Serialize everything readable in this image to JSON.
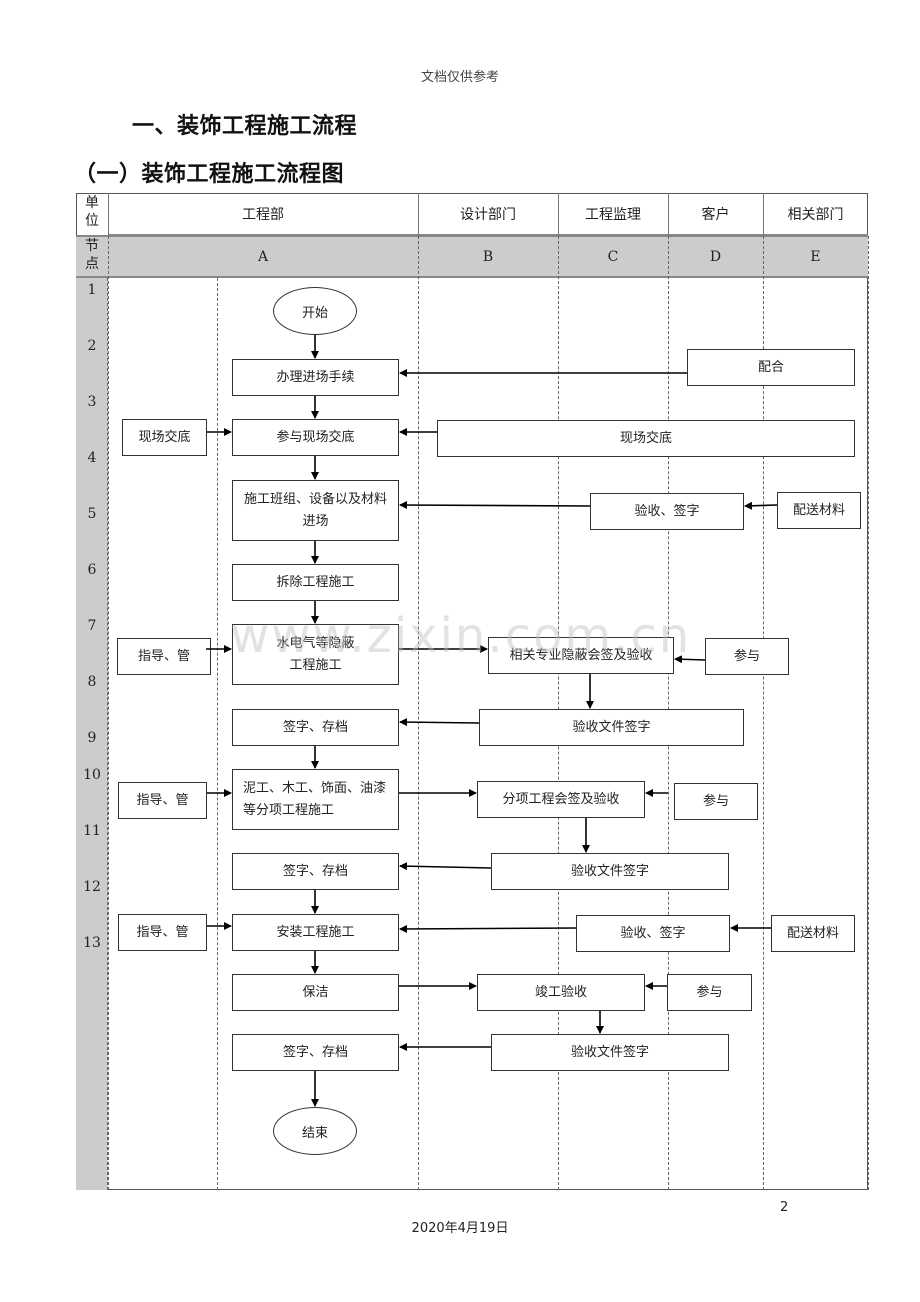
{
  "document": {
    "header_note": "文档仅供参考",
    "heading1": "一、装饰工程施工流程",
    "heading2": "（一）装饰工程施工流程图",
    "page_number": "2",
    "date": "2020年4月19日",
    "watermark": "www.zixin.com.cn"
  },
  "table": {
    "unit_label": "单位",
    "node_label": "节点",
    "columns": [
      {
        "unit": "工程部",
        "node": "A"
      },
      {
        "unit": "设计部门",
        "node": "B"
      },
      {
        "unit": "工程监理",
        "node": "C"
      },
      {
        "unit": "客户",
        "node": "D"
      },
      {
        "unit": "相关部门",
        "node": "E"
      }
    ],
    "row_numbers": [
      "1",
      "2",
      "3",
      "4",
      "5",
      "6",
      "7",
      "8",
      "9",
      "10",
      "11",
      "12",
      "13"
    ]
  },
  "flow": {
    "start": "开始",
    "end": "结束",
    "main_steps": [
      "办理进场手续",
      "参与现场交底",
      "施工班组、设备以及材料进场",
      "拆除工程施工",
      "水电气等隐蔽工程施工",
      "签字、存档",
      "泥工、木工、饰面、油漆等分项工程施工",
      "签字、存档",
      "安装工程施工",
      "保洁",
      "签字、存档"
    ],
    "left_boxes": [
      "现场交底",
      "指导、管",
      "指导、管",
      "指导、管"
    ],
    "right_boxes": {
      "cooperate": "配合",
      "site_briefing": "现场交底",
      "accept_sign_1": "验收、签字",
      "deliver_materials_1": "配送材料",
      "hidden_acceptance": "相关专业隐蔽会签及验收",
      "participate_1": "参与",
      "doc_sign_1": "验收文件签字",
      "sub_acceptance": "分项工程会签及验收",
      "participate_2": "参与",
      "doc_sign_2": "验收文件签字",
      "accept_sign_2": "验收、签字",
      "deliver_materials_2": "配送材料",
      "completion_acceptance": "竣工验收",
      "participate_3": "参与",
      "doc_sign_3": "验收文件签字"
    }
  }
}
